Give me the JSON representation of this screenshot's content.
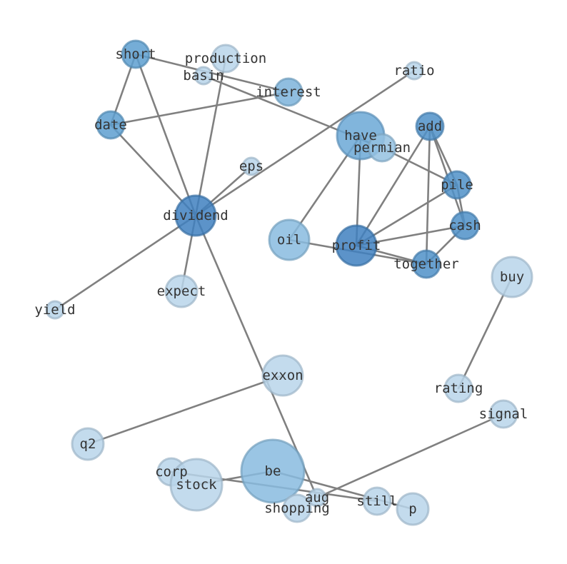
{
  "colors": {
    "edge": "#808080",
    "label": "#333333"
  },
  "nodes": [
    {
      "id": "short",
      "label": "short",
      "weight": 2,
      "color": "#5d9fd0"
    },
    {
      "id": "production",
      "label": "production",
      "weight": 2,
      "color": "#b8d5ea"
    },
    {
      "id": "basin",
      "label": "basin",
      "weight": 1,
      "color": "#b8d5ea"
    },
    {
      "id": "interest",
      "label": "interest",
      "weight": 2,
      "color": "#7db3da"
    },
    {
      "id": "ratio",
      "label": "ratio",
      "weight": 1,
      "color": "#b8d5ea"
    },
    {
      "id": "date",
      "label": "date",
      "weight": 2,
      "color": "#5d9fd0"
    },
    {
      "id": "have",
      "label": "have",
      "weight": 5,
      "color": "#6ba8d6"
    },
    {
      "id": "permian",
      "label": "permian",
      "weight": 2,
      "color": "#94c1e1"
    },
    {
      "id": "add",
      "label": "add",
      "weight": 2,
      "color": "#4f91c8"
    },
    {
      "id": "eps",
      "label": "eps",
      "weight": 1,
      "color": "#b8d5ea"
    },
    {
      "id": "pile",
      "label": "pile",
      "weight": 2,
      "color": "#4f91c8"
    },
    {
      "id": "dividend",
      "label": "dividend",
      "weight": 4,
      "color": "#3f80c0"
    },
    {
      "id": "oil",
      "label": "oil",
      "weight": 4,
      "color": "#88bbdf"
    },
    {
      "id": "cash",
      "label": "cash",
      "weight": 2,
      "color": "#4f91c8"
    },
    {
      "id": "profit",
      "label": "profit",
      "weight": 4,
      "color": "#3f80c0"
    },
    {
      "id": "together",
      "label": "together",
      "weight": 2,
      "color": "#4f91c8"
    },
    {
      "id": "buy",
      "label": "buy",
      "weight": 4,
      "color": "#b8d5ea"
    },
    {
      "id": "expect",
      "label": "expect",
      "weight": 3,
      "color": "#b8d5ea"
    },
    {
      "id": "yield",
      "label": "yield",
      "weight": 1,
      "color": "#b8d5ea"
    },
    {
      "id": "exxon",
      "label": "exxon",
      "weight": 4,
      "color": "#b8d5ea"
    },
    {
      "id": "rating",
      "label": "rating",
      "weight": 2,
      "color": "#b8d5ea"
    },
    {
      "id": "signal",
      "label": "signal",
      "weight": 2,
      "color": "#b8d5ea"
    },
    {
      "id": "q2",
      "label": "q2",
      "weight": 3,
      "color": "#b8d5ea"
    },
    {
      "id": "corp",
      "label": "corp",
      "weight": 2,
      "color": "#b8d5ea"
    },
    {
      "id": "be",
      "label": "be",
      "weight": 8,
      "color": "#88bbdf"
    },
    {
      "id": "stock",
      "label": "stock",
      "weight": 6,
      "color": "#b8d5ea"
    },
    {
      "id": "aug",
      "label": "aug",
      "weight": 1,
      "color": "#b8d5ea"
    },
    {
      "id": "shopping",
      "label": "shopping",
      "weight": 2,
      "color": "#b8d5ea"
    },
    {
      "id": "still",
      "label": "still",
      "weight": 2,
      "color": "#b8d5ea"
    },
    {
      "id": "p",
      "label": "p",
      "weight": 3,
      "color": "#b8d5ea"
    }
  ],
  "edges": [
    [
      "short",
      "interest",
      2
    ],
    [
      "short",
      "date",
      1
    ],
    [
      "short",
      "dividend",
      2
    ],
    [
      "production",
      "dividend",
      1
    ],
    [
      "basin",
      "permian",
      1
    ],
    [
      "interest",
      "date",
      1
    ],
    [
      "ratio",
      "dividend",
      1
    ],
    [
      "date",
      "dividend",
      2
    ],
    [
      "have",
      "oil",
      2
    ],
    [
      "have",
      "profit",
      1
    ],
    [
      "permian",
      "pile",
      1
    ],
    [
      "add",
      "pile",
      1
    ],
    [
      "add",
      "cash",
      1
    ],
    [
      "add",
      "profit",
      1
    ],
    [
      "add",
      "together",
      1
    ],
    [
      "pile",
      "cash",
      1
    ],
    [
      "pile",
      "profit",
      1
    ],
    [
      "cash",
      "profit",
      1
    ],
    [
      "cash",
      "together",
      1
    ],
    [
      "oil",
      "together",
      1
    ],
    [
      "profit",
      "together",
      1
    ],
    [
      "eps",
      "dividend",
      1
    ],
    [
      "dividend",
      "expect",
      1
    ],
    [
      "dividend",
      "yield",
      1
    ],
    [
      "dividend",
      "aug",
      1
    ],
    [
      "buy",
      "rating",
      2
    ],
    [
      "exxon",
      "q2",
      1
    ],
    [
      "signal",
      "aug",
      1
    ],
    [
      "corp",
      "still",
      1
    ],
    [
      "be",
      "stock",
      2
    ],
    [
      "be",
      "p",
      1
    ]
  ]
}
